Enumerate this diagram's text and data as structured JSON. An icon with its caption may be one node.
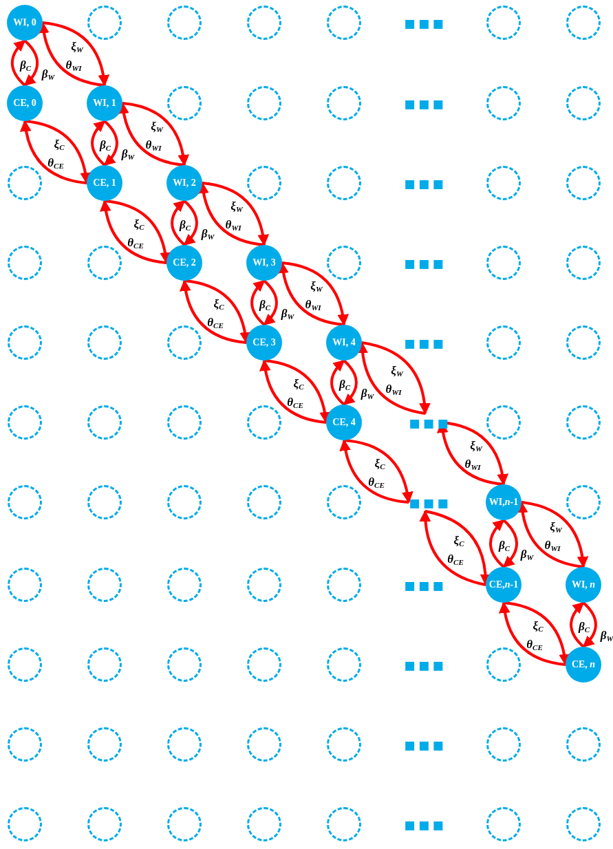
{
  "diagram": {
    "nodes": [
      {
        "text": [
          "WI, 0"
        ]
      },
      {
        "text": [],
        "shape": "circle"
      },
      {
        "text": [],
        "shape": "circle"
      },
      {
        "text": [],
        "shape": "circle"
      },
      {
        "text": [],
        "shape": "circle"
      },
      {
        "text": [],
        "shape": "circle"
      },
      {
        "text": [],
        "shape": "circle"
      },
      {
        "text": [
          "CE, 0"
        ]
      },
      {
        "text": [
          "WI, 1"
        ]
      },
      {
        "text": [],
        "shape": "circle"
      },
      {
        "text": [],
        "shape": "circle"
      },
      {
        "text": [],
        "shape": "circle"
      },
      {
        "text": [],
        "shape": "circle"
      },
      {
        "text": [],
        "shape": "circle"
      },
      {
        "text": [],
        "shape": "circle"
      },
      {
        "text": [
          "CE, 1"
        ]
      },
      {
        "text": [
          "WI, 2"
        ]
      },
      {
        "text": [],
        "shape": "circle"
      },
      {
        "text": [],
        "shape": "circle"
      },
      {
        "text": [],
        "shape": "circle"
      },
      {
        "text": [],
        "shape": "circle"
      },
      {
        "text": [],
        "shape": "circle"
      },
      {
        "text": [],
        "shape": "circle"
      },
      {
        "text": [
          "CE, 2"
        ]
      },
      {
        "text": [
          "WI, 3"
        ]
      },
      {
        "text": [],
        "shape": "circle"
      },
      {
        "text": [],
        "shape": "circle"
      },
      {
        "text": [],
        "shape": "circle"
      },
      {
        "text": [],
        "shape": "circle"
      },
      {
        "text": [],
        "shape": "circle"
      },
      {
        "text": [],
        "shape": "circle"
      },
      {
        "text": [
          "CE, 3"
        ]
      },
      {
        "text": [
          "WI, 4"
        ]
      },
      {
        "text": [],
        "shape": "circle"
      },
      {
        "text": [],
        "shape": "circle"
      },
      {
        "text": [],
        "shape": "circle"
      },
      {
        "text": [],
        "shape": "circle"
      },
      {
        "text": [],
        "shape": "circle"
      },
      {
        "text": [],
        "shape": "circle"
      },
      {
        "text": [
          "CE, 4"
        ]
      },
      {
        "text": [],
        "shape": "circle"
      },
      {
        "text": [],
        "shape": "circle"
      },
      {
        "text": [],
        "shape": "circle"
      },
      {
        "text": [],
        "shape": "circle"
      },
      {
        "text": [],
        "shape": "circle"
      },
      {
        "text": [],
        "shape": "circle"
      },
      {
        "text": [],
        "shape": "circle"
      },
      {
        "text": [
          "WI,*n*-1"
        ]
      },
      {
        "text": [],
        "shape": "circle"
      },
      {
        "text": [],
        "shape": "circle"
      },
      {
        "text": [],
        "shape": "circle"
      },
      {
        "text": [],
        "shape": "circle"
      },
      {
        "text": [],
        "shape": "circle"
      },
      {
        "text": [],
        "shape": "circle"
      },
      {
        "text": [
          "CE,*n*-1"
        ]
      },
      {
        "text": [
          "WI, *n*"
        ]
      },
      {
        "text": [],
        "shape": "circle"
      },
      {
        "text": [],
        "shape": "circle"
      },
      {
        "text": [],
        "shape": "circle"
      },
      {
        "text": [],
        "shape": "circle"
      },
      {
        "text": [],
        "shape": "circle"
      },
      {
        "text": [],
        "shape": "circle"
      },
      {
        "text": [
          "CE, *n*"
        ]
      },
      {
        "text": [],
        "shape": "circle"
      },
      {
        "text": [],
        "shape": "circle"
      },
      {
        "text": [],
        "shape": "circle"
      },
      {
        "text": [],
        "shape": "circle"
      },
      {
        "text": [],
        "shape": "circle"
      },
      {
        "text": [],
        "shape": "circle"
      },
      {
        "text": [],
        "shape": "circle"
      },
      {
        "text": [],
        "shape": "circle"
      },
      {
        "text": [],
        "shape": "circle"
      },
      {
        "text": [],
        "shape": "circle"
      },
      {
        "text": [],
        "shape": "circle"
      },
      {
        "text": [],
        "shape": "circle"
      },
      {
        "text": [],
        "shape": "circle"
      },
      {
        "text": [],
        "shape": "circle"
      },
      {
        "text": [
          "▪▪▪"
        ]
      },
      {
        "text": [
          "▪▪▪"
        ]
      }
    ],
    "edges": [
      {
        "from": 7,
        "to": 0,
        "arrow": "to",
        "label": "*β*$_{C}$"
      },
      {
        "from": 0,
        "to": 7,
        "arrow": "to",
        "label": "*β*$_{W}$"
      },
      {
        "from": 0,
        "to": 8,
        "arrow": "to",
        "label": "*ξ*$_{W}$"
      },
      {
        "from": 8,
        "to": 0,
        "arrow": "to",
        "label": "*θ*$_{WI}$"
      },
      {
        "from": 7,
        "to": 15,
        "arrow": "to",
        "label": "*ξ*$_{C}$"
      },
      {
        "from": 15,
        "to": 7,
        "arrow": "to",
        "label": "*θ*$_{CE}$"
      },
      {
        "from": 15,
        "to": 8,
        "arrow": "to",
        "label": "*β*$_{C}$"
      },
      {
        "from": 8,
        "to": 15,
        "arrow": "to",
        "label": "*β*$_{W}$"
      },
      {
        "from": 8,
        "to": 16,
        "arrow": "to",
        "label": "*ξ*$_{W}$"
      },
      {
        "from": 16,
        "to": 8,
        "arrow": "to",
        "label": "*θ*$_{WI}$"
      },
      {
        "from": 15,
        "to": 23,
        "arrow": "to",
        "label": "*ξ*$_{C}$"
      },
      {
        "from": 23,
        "to": 15,
        "arrow": "to",
        "label": "*θ*$_{CE}$"
      },
      {
        "from": 23,
        "to": 16,
        "arrow": "to",
        "label": "*β*$_{C}$"
      },
      {
        "from": 16,
        "to": 23,
        "arrow": "to",
        "label": "*β*$_{W}$"
      },
      {
        "from": 16,
        "to": 24,
        "arrow": "to",
        "label": "*ξ*$_{W}$"
      },
      {
        "from": 24,
        "to": 16,
        "arrow": "to",
        "label": "*θ*$_{WI}$"
      },
      {
        "from": 23,
        "to": 31,
        "arrow": "to",
        "label": "*ξ*$_{C}$"
      },
      {
        "from": 31,
        "to": 23,
        "arrow": "to",
        "label": "*θ*$_{CE}$"
      },
      {
        "from": 31,
        "to": 24,
        "arrow": "to",
        "label": "*β*$_{C}$"
      },
      {
        "from": 24,
        "to": 31,
        "arrow": "to",
        "label": "*β*$_{W}$"
      },
      {
        "from": 24,
        "to": 32,
        "arrow": "to",
        "label": "*ξ*$_{W}$"
      },
      {
        "from": 32,
        "to": 24,
        "arrow": "to",
        "label": "*θ*$_{WI}$"
      },
      {
        "from": 31,
        "to": 39,
        "arrow": "to",
        "label": "*ξ*$_{C}$"
      },
      {
        "from": 39,
        "to": 31,
        "arrow": "to",
        "label": "*θ*$_{CE}$"
      },
      {
        "from": 39,
        "to": 32,
        "arrow": "to",
        "label": "*β*$_{C}$"
      },
      {
        "from": 32,
        "to": 39,
        "arrow": "to",
        "label": "*β*$_{W}$"
      },
      {
        "from": 32,
        "to": 77,
        "arrow": "to",
        "label": "*ξ*$_{W}$"
      },
      {
        "from": 77,
        "to": 32,
        "arrow": "to",
        "label": "*θ*$_{WI}$"
      },
      {
        "from": 39,
        "to": 78,
        "arrow": "to",
        "label": "*ξ*$_{C}$"
      },
      {
        "from": 78,
        "to": 39,
        "arrow": "to",
        "label": "*θ*$_{CE}$"
      },
      {
        "from": 77,
        "to": 47,
        "arrow": "to",
        "label": "*ξ*$_{W}$"
      },
      {
        "from": 47,
        "to": 77,
        "arrow": "to",
        "label": "*θ*$_{WI}$"
      },
      {
        "from": 78,
        "to": 54,
        "arrow": "to",
        "label": "*ξ*$_{C}$"
      },
      {
        "from": 54,
        "to": 78,
        "arrow": "to",
        "label": "*θ*$_{CE}$"
      },
      {
        "from": 54,
        "to": 47,
        "arrow": "to",
        "label": "*β*$_{C}$"
      },
      {
        "from": 47,
        "to": 54,
        "arrow": "to",
        "label": "*β*$_{W}$"
      },
      {
        "from": 47,
        "to": 55,
        "arrow": "to",
        "label": "*ξ*$_{W}$"
      },
      {
        "from": 55,
        "to": 47,
        "arrow": "to",
        "label": "*θ*$_{WI}$"
      },
      {
        "from": 54,
        "to": 62,
        "arrow": "to",
        "label": "*ξ*$_{C}$"
      },
      {
        "from": 62,
        "to": 54,
        "arrow": "to",
        "label": "*θ*$_{CE}$"
      },
      {
        "from": 62,
        "to": 55,
        "arrow": "to",
        "label": "*β*$_{C}$"
      },
      {
        "from": 55,
        "to": 62,
        "arrow": "to",
        "label": "*β*$_{W}$"
      }
    ],
    "labels": [
      "▪▪▪",
      "▪▪▪",
      "▪▪▪",
      "▪▪▪",
      "▪▪▪",
      "▪▪▪",
      "▪▪▪",
      "▪▪▪",
      "▪▪▪"
    ]
  }
}
